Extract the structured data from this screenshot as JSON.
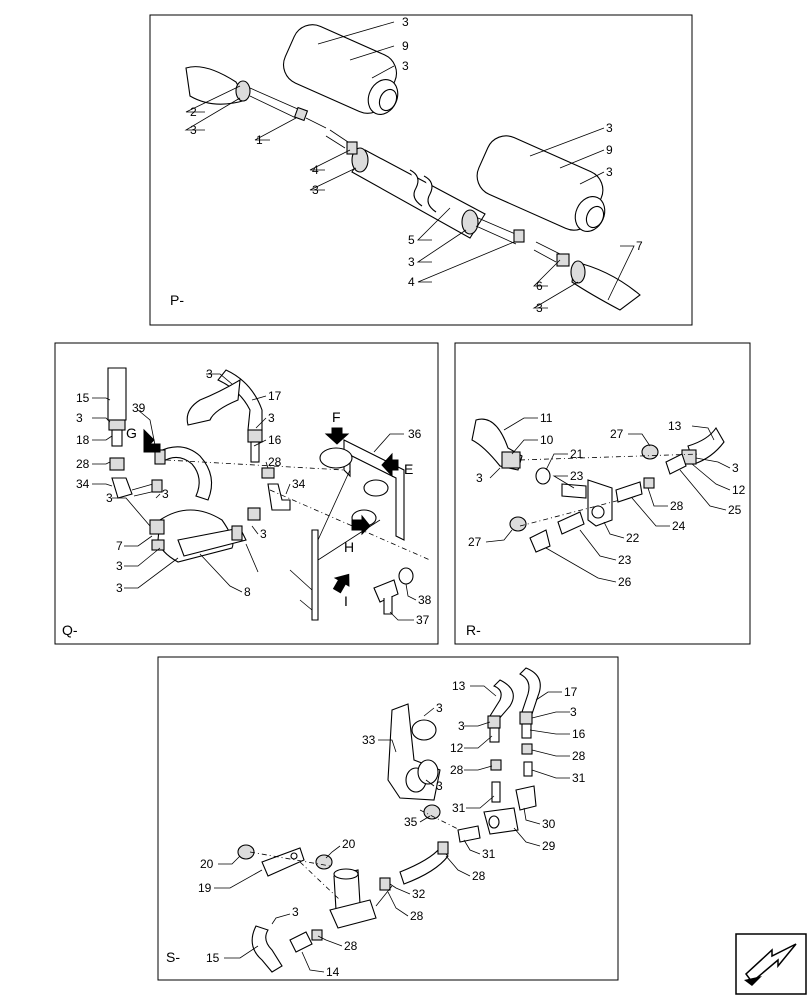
{
  "panels": {
    "P": {
      "label": "P-",
      "callouts": [
        "3",
        "9",
        "3",
        "2",
        "3",
        "1",
        "4",
        "3",
        "3",
        "9",
        "3",
        "5",
        "3",
        "4",
        "7",
        "6",
        "3"
      ]
    },
    "Q": {
      "label": "Q-",
      "callouts": [
        "3",
        "17",
        "3",
        "16",
        "28",
        "34",
        "15",
        "3",
        "39",
        "18",
        "28",
        "34",
        "3",
        "3",
        "7",
        "3",
        "3",
        "3",
        "8",
        "36",
        "38",
        "37"
      ],
      "view_letters": [
        "F",
        "E",
        "G",
        "H",
        "I"
      ]
    },
    "R": {
      "label": "R-",
      "callouts": [
        "11",
        "10",
        "3",
        "21",
        "23",
        "13",
        "27",
        "3",
        "12",
        "28",
        "25",
        "24",
        "22",
        "27",
        "23",
        "26"
      ]
    },
    "S": {
      "label": "S-",
      "callouts": [
        "13",
        "17",
        "3",
        "3",
        "16",
        "12",
        "28",
        "28",
        "31",
        "33",
        "3",
        "3",
        "31",
        "35",
        "30",
        "29",
        "20",
        "31",
        "28",
        "20",
        "19",
        "32",
        "28",
        "3",
        "15",
        "28",
        "14"
      ]
    }
  },
  "icons": {
    "corner": "next-page-arrow-icon"
  }
}
